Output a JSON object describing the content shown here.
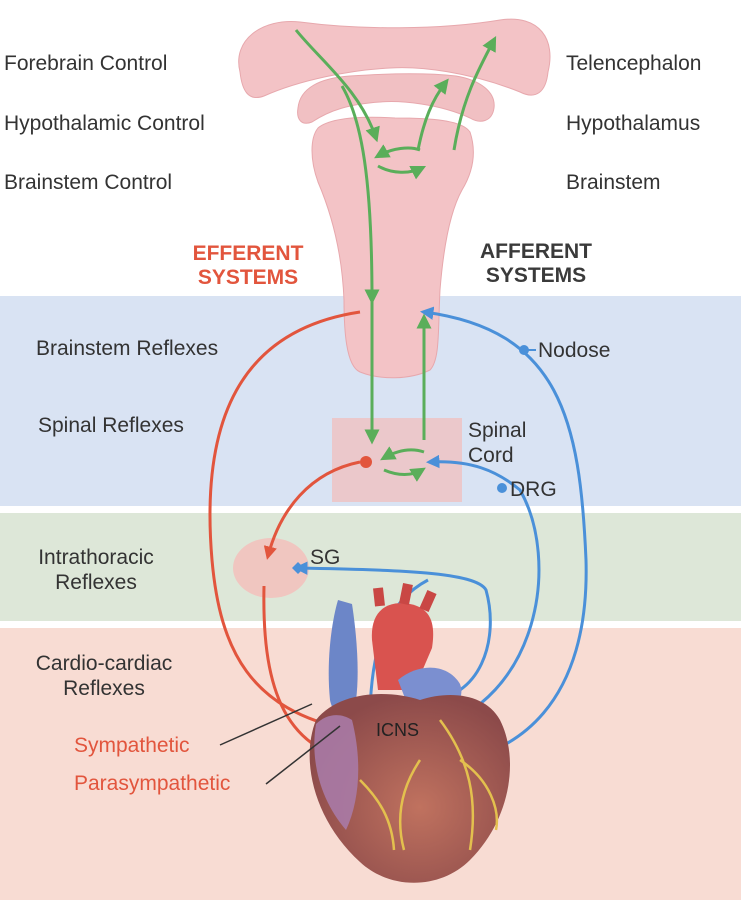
{
  "levels_left": {
    "forebrain": "Forebrain Control",
    "hypothalamic": "Hypothalamic Control",
    "brainstem": "Brainstem Control"
  },
  "levels_right": {
    "telencephalon": "Telencephalon",
    "hypothalamus": "Hypothalamus",
    "brainstem": "Brainstem"
  },
  "systems": {
    "efferent_line1": "EFFERENT",
    "efferent_line2": "SYSTEMS",
    "afferent_line1": "AFFERENT",
    "afferent_line2": "SYSTEMS"
  },
  "reflexes": {
    "brainstem": "Brainstem Reflexes",
    "spinal": "Spinal Reflexes",
    "intrathoracic_line1": "Intrathoracic",
    "intrathoracic_line2": "Reflexes",
    "cardio_line1": "Cardio-cardiac",
    "cardio_line2": "Reflexes"
  },
  "nodes": {
    "nodose": "Nodose",
    "spinal_cord_line1": "Spinal",
    "spinal_cord_line2": "Cord",
    "drg": "DRG",
    "sg": "SG",
    "icns": "ICNS"
  },
  "legend": {
    "sympathetic": "Sympathetic",
    "parasympathetic": "Parasympathetic"
  },
  "colors": {
    "efferent": "#e2553d",
    "afferent": "#4a90d9",
    "central": "#5aae5a",
    "brain": "#f3c3c6",
    "band_brainstem": "#d9e3f3",
    "band_intrathoracic": "#dde7d8",
    "band_cardiac": "#f8dcd3"
  }
}
